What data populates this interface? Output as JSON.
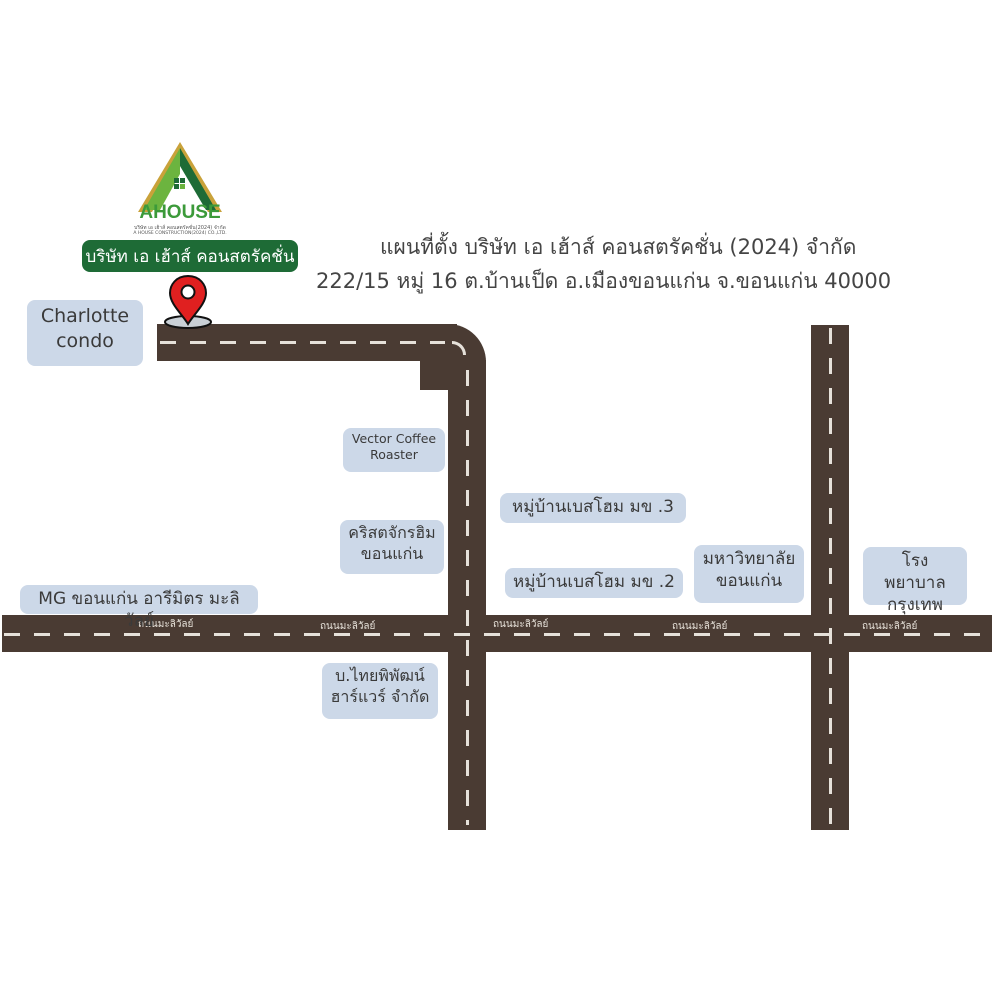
{
  "logo": {
    "brand": "AHOUSE",
    "subtitle_th": "บริษัท เอ เฮ้าส์ คอนสตรัคชั่น(2024) จำกัด",
    "subtitle_en": "A HOUSE CONSTRUCTION(2024) CO.,LTD.",
    "colors": {
      "green": "#1e6b36",
      "lime": "#6cb43f",
      "gold": "#c9a23a"
    }
  },
  "company_banner": "บริษัท เอ เฮ้าส์ คอนสตรัคชั่น",
  "title": {
    "line1": "แผนที่ตั้ง บริษัท เอ เฮ้าส์ คอนสตรัคชั่น (2024) จำกัด",
    "line2": "222/15 หมู่ 16 ต.บ้านเป็ด อ.เมืองขอนแก่น จ.ขอนแก่น 40000"
  },
  "pin": {
    "icon": "map-pin-icon",
    "color": "#e02020"
  },
  "landmarks": {
    "charlotte": [
      "Charlotte",
      "condo"
    ],
    "vector": [
      "Vector Coffee",
      "Roaster"
    ],
    "church": [
      "คริสตจักรฮิม",
      "ขอนแก่น"
    ],
    "besthome3": "หมู่บ้านเบสโฮม มข .3",
    "besthome2": "หมู่บ้านเบสโฮม มข .2",
    "university": [
      "มหาวิทยาลัย",
      "ขอนแก่น"
    ],
    "hospital": [
      "โรงพยาบาล",
      "กรุงเทพ"
    ],
    "mg": "MG ขอนแก่น อารีมิตร มะลิวัลย์",
    "thaipipat": [
      "บ.ไทยพิพัฒน์",
      "ฮาร์แวร์ จำกัด"
    ]
  },
  "road_names": [
    "ถนนมะลิวัลย์",
    "ถนนมะลิวัลย์",
    "ถนนมะลิวัลย์",
    "ถนนมะลิวัลย์",
    "ถนนมะลิวัลย์"
  ],
  "colors": {
    "road": "#4a3b33",
    "road_dash": "#e6e1da",
    "label_bg": "#ccd8e8"
  }
}
